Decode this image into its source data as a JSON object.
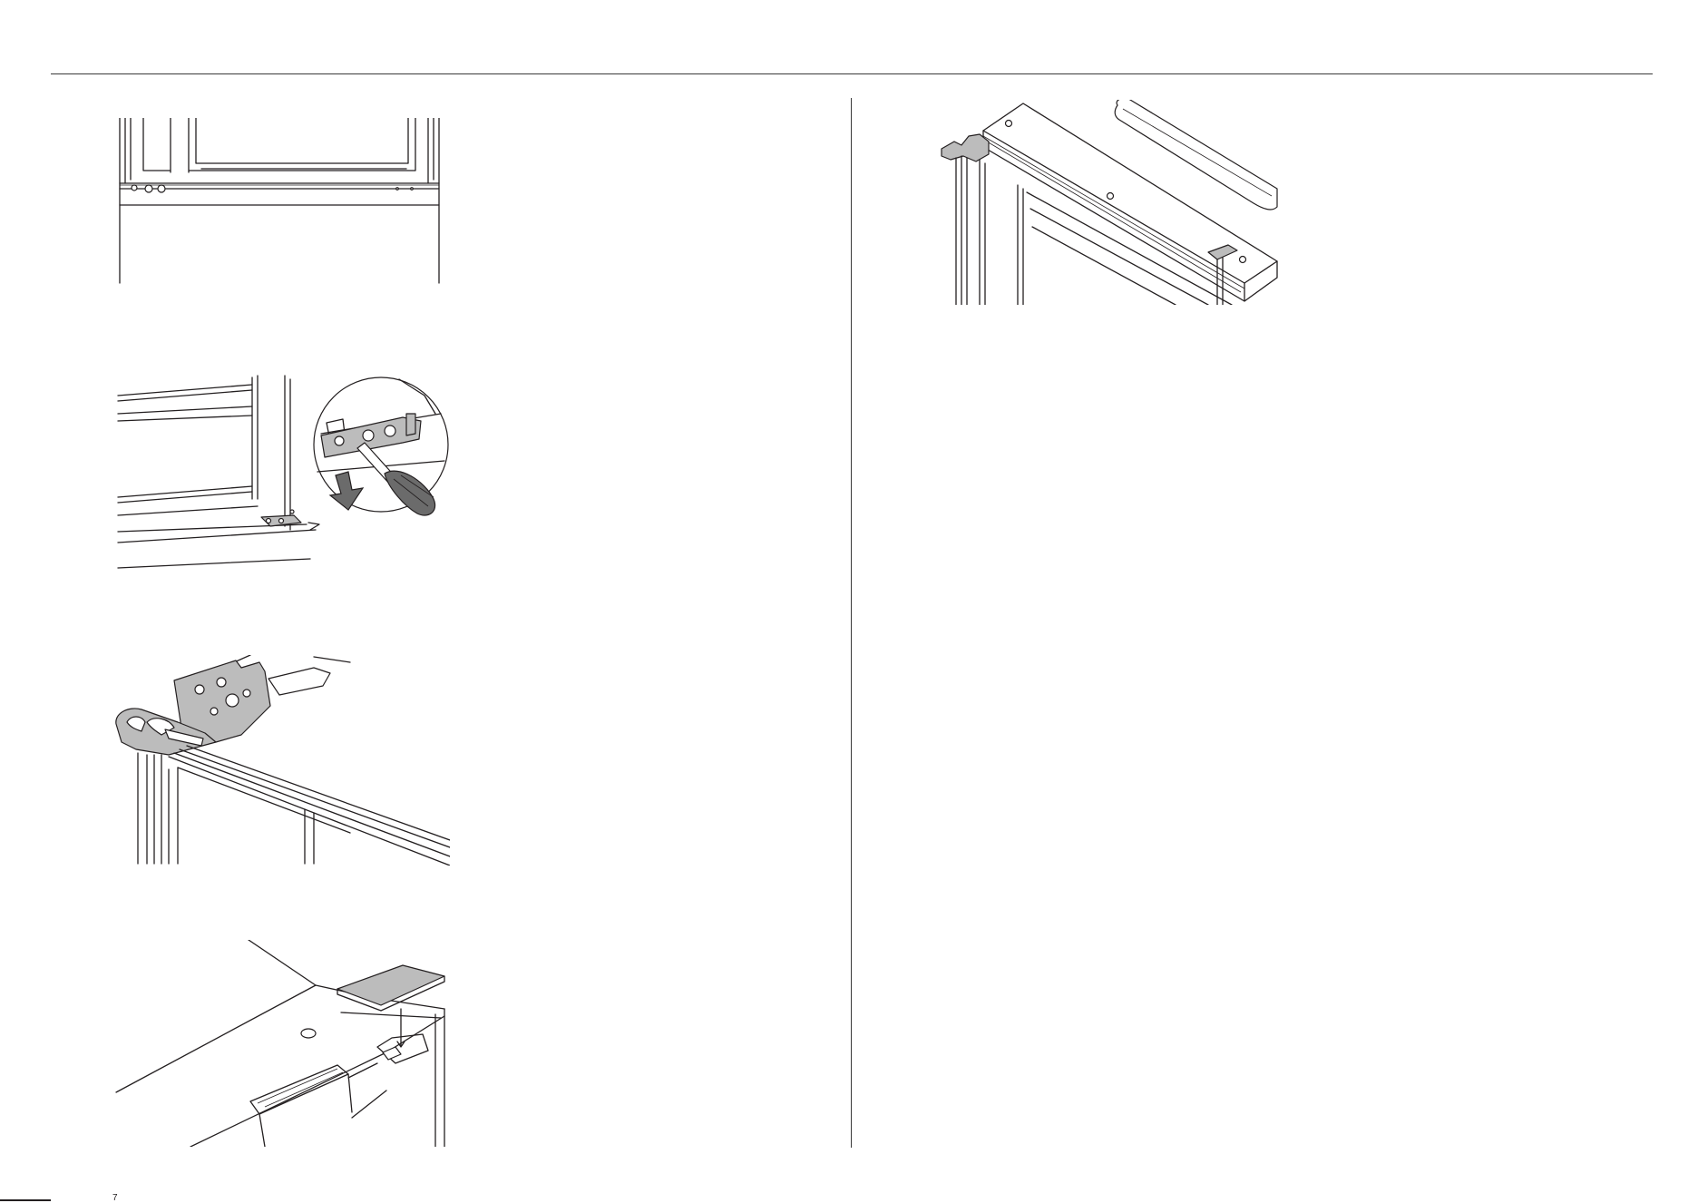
{
  "page": {
    "footer_page_number": "7"
  },
  "figures": [
    {
      "name": "interior-kickplate-figure",
      "icon": "fridge-bottom-interior-illustration"
    },
    {
      "name": "hinge-screwdriver-figure",
      "icon": "hinge-removal-with-screwdriver-illustration"
    },
    {
      "name": "top-hinge-plate-figure",
      "icon": "top-hinge-bracket-illustration"
    },
    {
      "name": "cover-plate-figure",
      "icon": "hinge-cover-install-illustration"
    },
    {
      "name": "hinge-cap-figure",
      "icon": "hinge-cap-installed-illustration"
    }
  ],
  "colors": {
    "ink": "#231f20",
    "part_grey": "#bcbcbc",
    "arrow_dark": "#6b6b6b"
  }
}
